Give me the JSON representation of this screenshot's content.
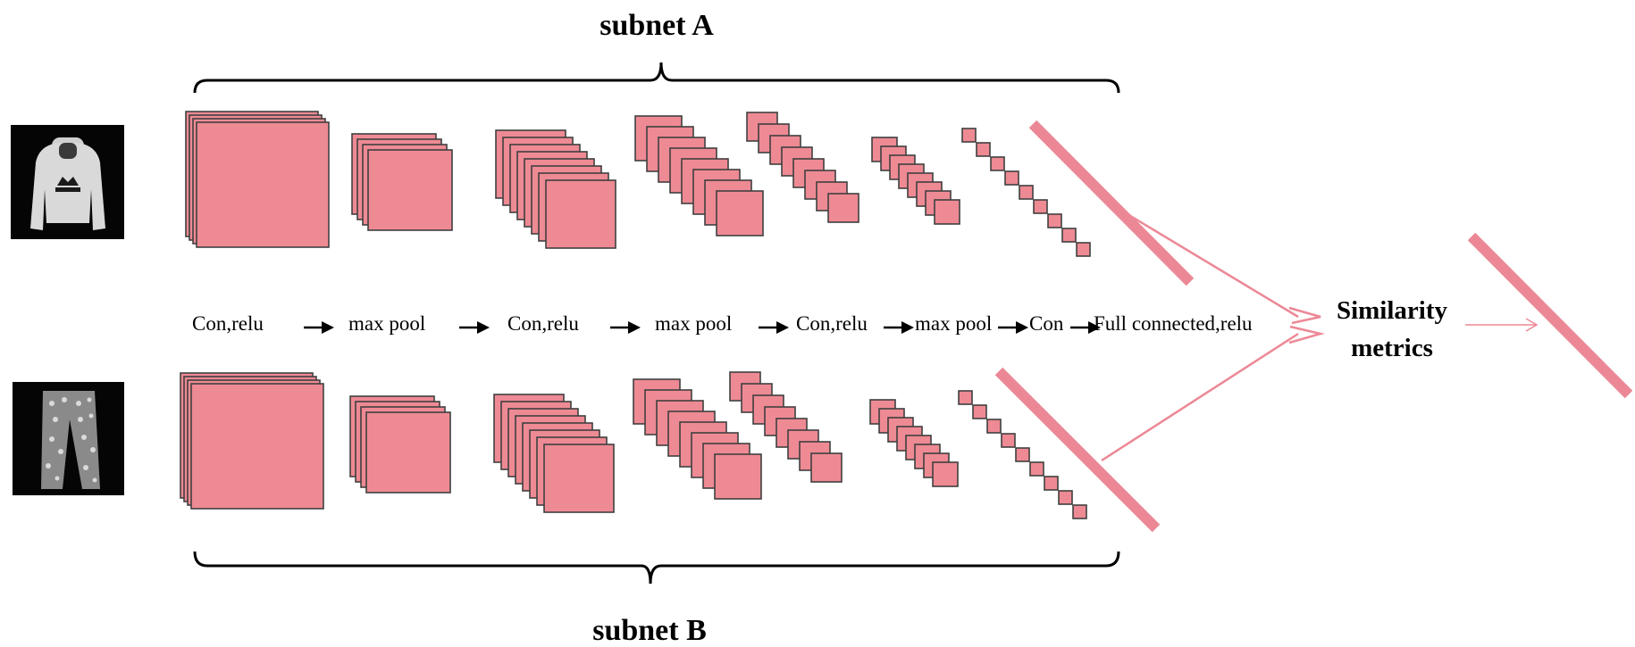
{
  "subnet_a": {
    "label": "subnet A",
    "input": "hoodie image"
  },
  "subnet_b": {
    "label": "subnet B",
    "input": "trousers image"
  },
  "pipeline": {
    "stages": [
      "Con,relu",
      "max pool",
      "Con,relu",
      "max pool",
      "Con,relu",
      "max pool",
      "Con",
      "Full connected,relu"
    ]
  },
  "similarity": {
    "line1": "Similarity",
    "line2": "metrics"
  },
  "colors": {
    "feature_map": "#ee8a94",
    "feature_stroke": "#404040",
    "fc_bar": "#ec8896",
    "connector": "#ec8896",
    "brace": "#000000",
    "text": "#000000"
  },
  "icons": {
    "arrow": "right-arrow-icon",
    "hoodie": "hoodie-thumbnail",
    "trousers": "trousers-thumbnail"
  }
}
